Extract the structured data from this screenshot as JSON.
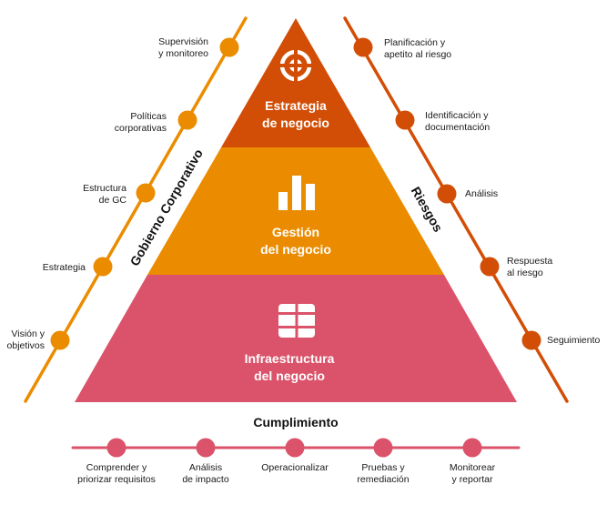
{
  "colors": {
    "strategy": "#D24E06",
    "management": "#EB8C00",
    "infrastructure": "#DB536A",
    "governance_line": "#EB8C00",
    "risk_line": "#D24E06",
    "compliance_line": "#DB536A"
  },
  "pyramid": {
    "tiers": [
      {
        "id": "strategy",
        "title": "Estrategia\nde negocio",
        "icon": "target-icon"
      },
      {
        "id": "management",
        "title": "Gestión\ndel negocio",
        "icon": "bar-chart-icon"
      },
      {
        "id": "infrastructure",
        "title": "Infraestructura\ndel negocio",
        "icon": "grid-icon"
      }
    ]
  },
  "governance": {
    "title": "Gobierno Corporativo",
    "steps": [
      {
        "label": "Supervisión\ny monitoreo"
      },
      {
        "label": "Políticas\ncorporativas"
      },
      {
        "label": "Estructura\nde GC"
      },
      {
        "label": "Estrategia"
      },
      {
        "label": "Visión y\nobjetivos"
      }
    ]
  },
  "risks": {
    "title": "Riesgos",
    "steps": [
      {
        "label": "Planificación y\napetito al riesgo"
      },
      {
        "label": "Identificación y\ndocumentación"
      },
      {
        "label": "Análisis"
      },
      {
        "label": "Respuesta\nal riesgo"
      },
      {
        "label": "Seguimiento"
      }
    ]
  },
  "compliance": {
    "title": "Cumplimiento",
    "steps": [
      {
        "label": "Comprender y\npriorizar requisitos"
      },
      {
        "label": "Análisis\nde impacto"
      },
      {
        "label": "Operacionalizar"
      },
      {
        "label": "Pruebas y\nremediación"
      },
      {
        "label": "Monitorear\ny reportar"
      }
    ]
  }
}
